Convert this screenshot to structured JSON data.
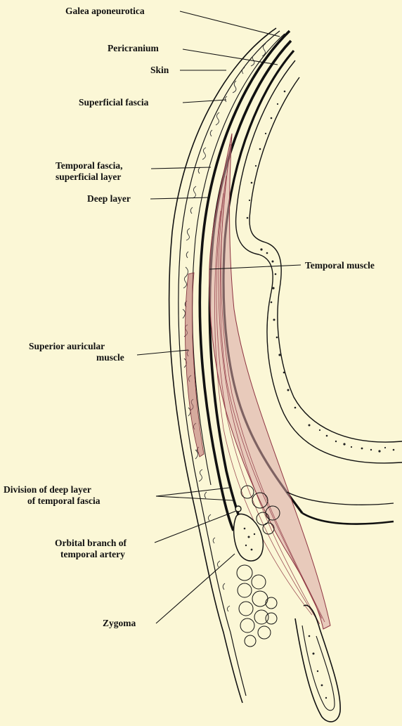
{
  "labels": {
    "galea_aponeurotica": "Galea aponeurotica",
    "pericranium": "Pericranium",
    "skin": "Skin",
    "superficial_fascia": "Superficial fascia",
    "temporal_fascia_line1": "Temporal fascia,",
    "temporal_fascia_line2": "superficial layer",
    "deep_layer": "Deep layer",
    "temporal_muscle": "Temporal muscle",
    "superior_auricular_line1": "Superior auricular",
    "superior_auricular_line2": "muscle",
    "division_line1": "Division of deep layer",
    "division_line2": "of temporal fascia",
    "orbital_line1": "Orbital branch of",
    "orbital_line2": "temporal artery",
    "zygoma": "Zygoma"
  },
  "colors": {
    "background": "#fbf7d6",
    "ink": "#111111",
    "muscle": "#8c3340",
    "muscle_fill": "#d8a5a5"
  }
}
